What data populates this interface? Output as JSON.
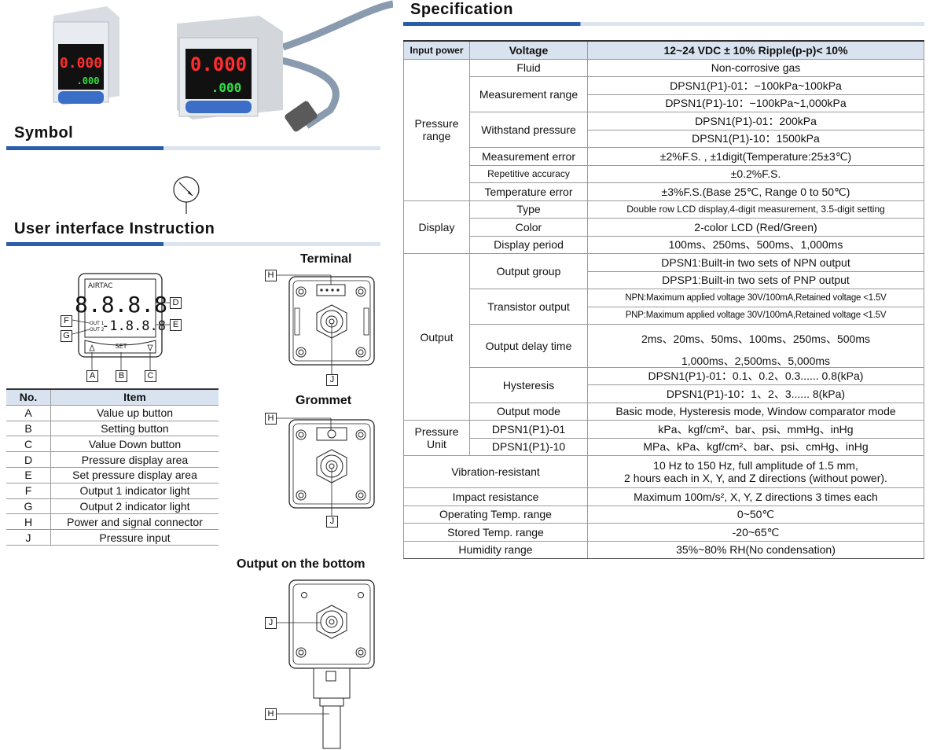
{
  "sections": {
    "symbol": "Symbol",
    "ui_instruction": "User interface Instruction",
    "specification": "Specification"
  },
  "device_labels": {
    "terminal": "Terminal",
    "grommet": "Grommet",
    "output_bottom": "Output on the bottom"
  },
  "product_display": {
    "red_value": "0.000",
    "green_value": ".000",
    "brand": "AIRTAC",
    "set_label": "SET",
    "main_readout": "8.8.8.8",
    "sub_readout": "-1.8.8.8",
    "out1": "OUT 1",
    "out2": "OUT 2"
  },
  "callouts": [
    "A",
    "B",
    "C",
    "D",
    "E",
    "F",
    "G",
    "H",
    "J"
  ],
  "items_table": {
    "header": {
      "no": "No.",
      "item": "Item"
    },
    "rows": [
      {
        "no": "A",
        "item": "Value up button"
      },
      {
        "no": "B",
        "item": "Setting button"
      },
      {
        "no": "C",
        "item": "Value Down button"
      },
      {
        "no": "D",
        "item": "Pressure display area"
      },
      {
        "no": "E",
        "item": "Set pressure display area"
      },
      {
        "no": "F",
        "item": "Output 1 indicator light"
      },
      {
        "no": "G",
        "item": "Output 2 indicator light"
      },
      {
        "no": "H",
        "item": "Power and signal connector"
      },
      {
        "no": "J",
        "item": "Pressure input"
      }
    ]
  },
  "spec": {
    "input_power": "Input power",
    "voltage": "Voltage",
    "voltage_val": "12~24 VDC ± 10%  Ripple(p-p)< 10%",
    "pressure_range": "Pressure range",
    "fluid": "Fluid",
    "fluid_val": "Non-corrosive gas",
    "meas_range": "Measurement range",
    "meas_range_1": "DPSN1(P1)-01：−100kPa~100kPa",
    "meas_range_2": "DPSN1(P1)-10：−100kPa~1,000kPa",
    "withstand": "Withstand pressure",
    "withstand_1": "DPSN1(P1)-01：200kPa",
    "withstand_2": "DPSN1(P1)-10：1500kPa",
    "meas_error": "Measurement error",
    "meas_error_val": "±2%F.S. , ±1digit(Temperature:25±3℃)",
    "rep_acc": "Repetitive accuracy",
    "rep_acc_val": "±0.2%F.S.",
    "temp_error": "Temperature error",
    "temp_error_val": "±3%F.S.(Base 25℃, Range 0 to 50℃)",
    "display": "Display",
    "type": "Type",
    "type_val": "Double row LCD display,4-digit measurement, 3.5-digit setting",
    "color": "Color",
    "color_val": "2-color LCD (Red/Green)",
    "disp_period": "Display period",
    "disp_period_val": "100ms、250ms、500ms、1,000ms",
    "output": "Output",
    "out_group": "Output group",
    "out_group_1": "DPSN1:Built-in two sets of NPN output",
    "out_group_2": "DPSP1:Built-in two sets of PNP output",
    "transistor": "Transistor output",
    "transistor_1": "NPN:Maximum applied voltage 30V/100mA,Retained voltage <1.5V",
    "transistor_2": "PNP:Maximum applied voltage 30V/100mA,Retained voltage <1.5V",
    "delay": "Output delay time",
    "delay_val_1": "2ms、20ms、50ms、100ms、250ms、500ms",
    "delay_val_2": "1,000ms、2,500ms、5,000ms",
    "hysteresis": "Hysteresis",
    "hyst_1": "DPSN1(P1)-01：0.1、0.2、0.3...... 0.8(kPa)",
    "hyst_2": "DPSN1(P1)-10：1、2、3...... 8(kPa)",
    "out_mode": "Output mode",
    "out_mode_val": "Basic mode, Hysteresis mode, Window comparator mode",
    "pressure_unit": "Pressure Unit",
    "pu_01": "DPSN1(P1)-01",
    "pu_01_val": "kPa、kgf/cm²、bar、psi、mmHg、inHg",
    "pu_10": "DPSN1(P1)-10",
    "pu_10_val": "MPa、kPa、kgf/cm²、bar、psi、cmHg、inHg",
    "vibration": "Vibration-resistant",
    "vibration_1": "10 Hz to 150 Hz, full amplitude of 1.5 mm,",
    "vibration_2": "2 hours each in X, Y, and Z directions (without power).",
    "impact": "Impact resistance",
    "impact_val": "Maximum 100m/s², X, Y, Z directions 3 times each",
    "op_temp": "Operating Temp. range",
    "op_temp_val": "0~50℃",
    "st_temp": "Stored Temp. range",
    "st_temp_val": "-20~65℃",
    "humidity": "Humidity range",
    "humidity_val": "35%~80% RH(No condensation)"
  }
}
